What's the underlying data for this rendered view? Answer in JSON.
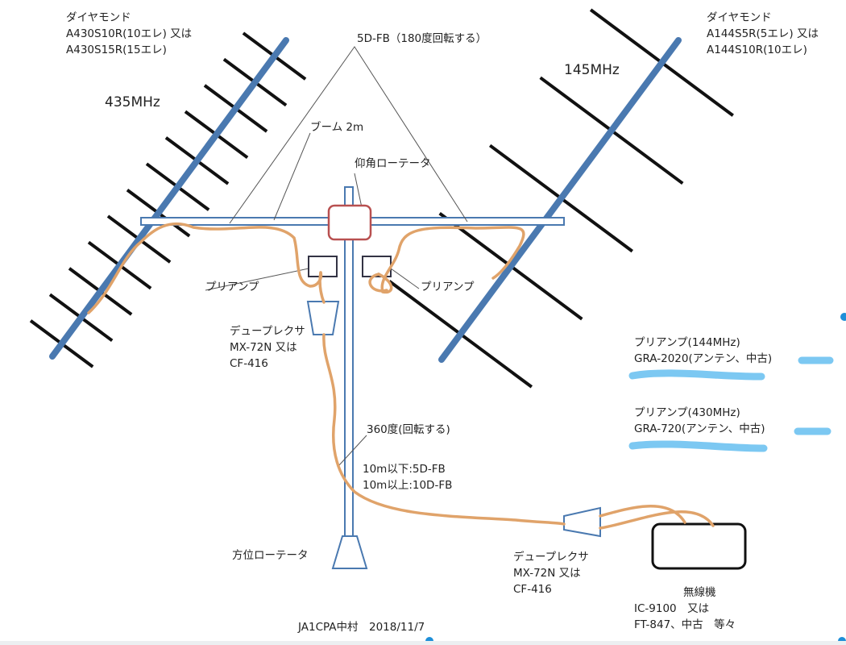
{
  "colors": {
    "boom": "#4a79b0",
    "element": "#111111",
    "cable": "#e0a36a",
    "rotator": "#b85050",
    "mast": "#4a79b0",
    "redaction": "#7cc8f2"
  },
  "left_antenna": {
    "maker": "ダイヤモンド",
    "model1": "A430S10R(10エレ) 又は",
    "model2": "A430S15R(15エレ)",
    "band": "435MHz"
  },
  "right_antenna": {
    "maker": "ダイヤモンド",
    "model1": "A144S5R(5エレ) 又は",
    "model2": "A144S10R(10エレ)",
    "band": "145MHz"
  },
  "cable_top": "5D-FB（180度回転する）",
  "boom_label": "ブーム 2m",
  "elevation_rotator": "仰角ローテータ",
  "preamp_left": "プリアンプ",
  "preamp_right": "プリアンプ",
  "duplexer_top": {
    "name": "デュープレクサ",
    "model1": "MX-72N 又は",
    "model2": "CF-416"
  },
  "preamp_notes": [
    {
      "title": "プリアンプ(144MHz)",
      "model": "GRA-2020(アンテン、中古)"
    },
    {
      "title": "プリアンプ(430MHz)",
      "model": "GRA-720(アンテン、中古)"
    }
  ],
  "mast_cable": {
    "rotation": "360度(回転する)",
    "short": "10m以下:5D-FB",
    "long": "10m以上:10D-FB"
  },
  "azimuth_rotator": "方位ローテータ",
  "duplexer_bottom": {
    "name": "デュープレクサ",
    "model1": "MX-72N 又は",
    "model2": "CF-416"
  },
  "radio": {
    "name": "無線機",
    "model1": "IC-9100　又は",
    "model2": "FT-847、中古　等々"
  },
  "credit": "JA1CPA中村　2018/11/7"
}
